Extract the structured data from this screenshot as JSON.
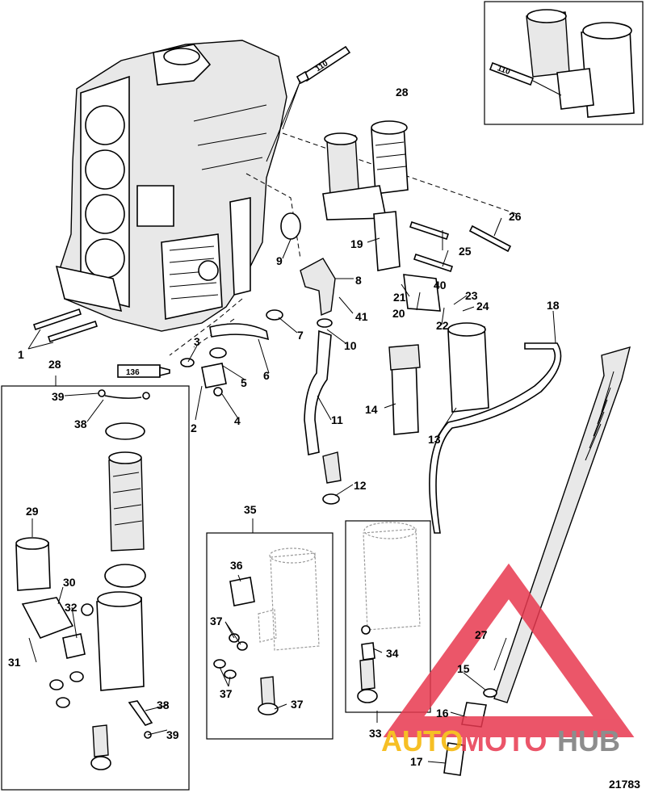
{
  "diagram": {
    "figure_number": "21783",
    "callouts": [
      {
        "id": "c1",
        "label": "1"
      },
      {
        "id": "c2",
        "label": "2"
      },
      {
        "id": "c3",
        "label": "3"
      },
      {
        "id": "c4",
        "label": "4"
      },
      {
        "id": "c5",
        "label": "5"
      },
      {
        "id": "c6",
        "label": "6"
      },
      {
        "id": "c7",
        "label": "7"
      },
      {
        "id": "c8",
        "label": "8"
      },
      {
        "id": "c9",
        "label": "9"
      },
      {
        "id": "c10",
        "label": "10"
      },
      {
        "id": "c11",
        "label": "11"
      },
      {
        "id": "c12",
        "label": "12"
      },
      {
        "id": "c13",
        "label": "13"
      },
      {
        "id": "c14",
        "label": "14"
      },
      {
        "id": "c15",
        "label": "15"
      },
      {
        "id": "c16",
        "label": "16"
      },
      {
        "id": "c17",
        "label": "17"
      },
      {
        "id": "c18",
        "label": "18"
      },
      {
        "id": "c19",
        "label": "19"
      },
      {
        "id": "c20",
        "label": "20"
      },
      {
        "id": "c21",
        "label": "21"
      },
      {
        "id": "c22",
        "label": "22"
      },
      {
        "id": "c23",
        "label": "23"
      },
      {
        "id": "c24",
        "label": "24"
      },
      {
        "id": "c25",
        "label": "25"
      },
      {
        "id": "c26",
        "label": "26"
      },
      {
        "id": "c27",
        "label": "27"
      },
      {
        "id": "c28a",
        "label": "28"
      },
      {
        "id": "c28b",
        "label": "28"
      },
      {
        "id": "c29",
        "label": "29"
      },
      {
        "id": "c30",
        "label": "30"
      },
      {
        "id": "c31",
        "label": "31"
      },
      {
        "id": "c32",
        "label": "32"
      },
      {
        "id": "c33",
        "label": "33"
      },
      {
        "id": "c34",
        "label": "34"
      },
      {
        "id": "c35",
        "label": "35"
      },
      {
        "id": "c36",
        "label": "36"
      },
      {
        "id": "c37a",
        "label": "37"
      },
      {
        "id": "c37b",
        "label": "37"
      },
      {
        "id": "c37c",
        "label": "37"
      },
      {
        "id": "c38a",
        "label": "38"
      },
      {
        "id": "c38b",
        "label": "38"
      },
      {
        "id": "c39a",
        "label": "39"
      },
      {
        "id": "c39b",
        "label": "39"
      },
      {
        "id": "c40",
        "label": "40"
      },
      {
        "id": "c41",
        "label": "41"
      }
    ],
    "sealant_tubes": [
      {
        "id": "t110a",
        "label": "110"
      },
      {
        "id": "t110b",
        "label": "110"
      },
      {
        "id": "t136",
        "label": "136"
      }
    ]
  },
  "watermark": {
    "word_part1": "AUTO",
    "word_part2": "MOTO",
    "word_part3": "HUB",
    "color_yellow": "#f5b400",
    "color_red": "#e8384f",
    "color_gray": "#7a7a7a"
  }
}
